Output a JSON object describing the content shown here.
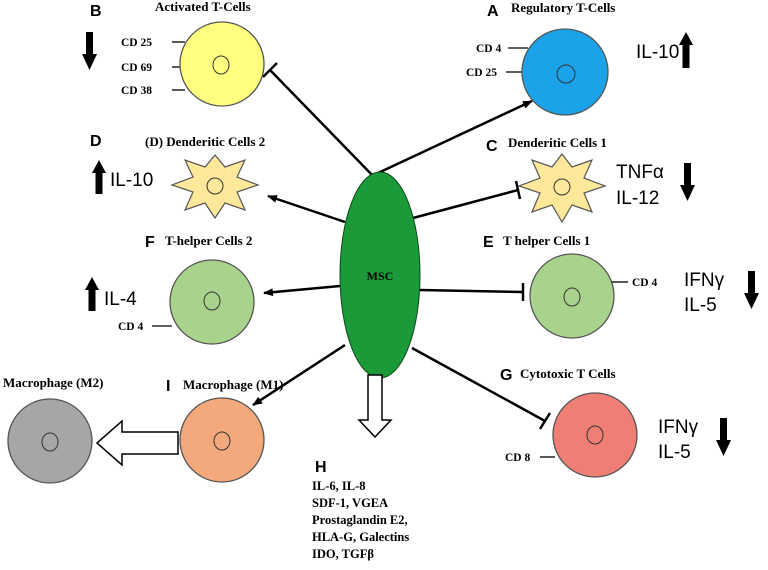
{
  "center": {
    "label": "MSC",
    "color": "#1b9a3a"
  },
  "panels": {
    "A": {
      "letter": "A",
      "title": "Regulatory T-Cells",
      "markers": [
        "CD 4",
        "CD 25"
      ],
      "cytokines": [
        "IL-10"
      ],
      "direction": "up",
      "color": "#1aa3e8"
    },
    "B": {
      "letter": "B",
      "title": "Activated T-Cells",
      "markers": [
        "CD 25",
        "CD 69",
        "CD 38"
      ],
      "direction": "down",
      "color": "#ffff80"
    },
    "C": {
      "letter": "C",
      "title": "Denderitic Cells 1",
      "cytokines": [
        "TNFα",
        "IL-12"
      ],
      "direction": "down",
      "color": "#ffe89a"
    },
    "D": {
      "letter": "D",
      "title": "(D) Denderitic Cells 2",
      "cytokines": [
        "IL-10"
      ],
      "direction": "up",
      "color": "#ffe89a"
    },
    "E": {
      "letter": "E",
      "title": "T helper Cells 1",
      "markers": [
        "CD 4"
      ],
      "cytokines": [
        "IFNγ",
        "IL-5"
      ],
      "direction": "down",
      "color": "#a9d38c"
    },
    "F": {
      "letter": "F",
      "title": "T-helper Cells 2",
      "markers": [
        "CD 4"
      ],
      "cytokines": [
        "IL-4"
      ],
      "direction": "up",
      "color": "#a9d38c"
    },
    "G": {
      "letter": "G",
      "title": "Cytotoxic T Cells",
      "markers": [
        "CD 8"
      ],
      "cytokines": [
        "IFNγ",
        "IL-5"
      ],
      "direction": "down",
      "color": "#ef7f74"
    },
    "H": {
      "letter": "H",
      "items": [
        "IL-6, IL-8",
        "SDF-1, VGEA",
        "Prostaglandin E2,",
        "HLA-G, Galectins",
        "IDO, TGFβ"
      ]
    },
    "I": {
      "letter": "I",
      "title": "Macrophage (M1)",
      "color": "#f4a97d"
    },
    "M2": {
      "title": "Macrophage (M2)",
      "color": "#a6a6a6"
    }
  }
}
